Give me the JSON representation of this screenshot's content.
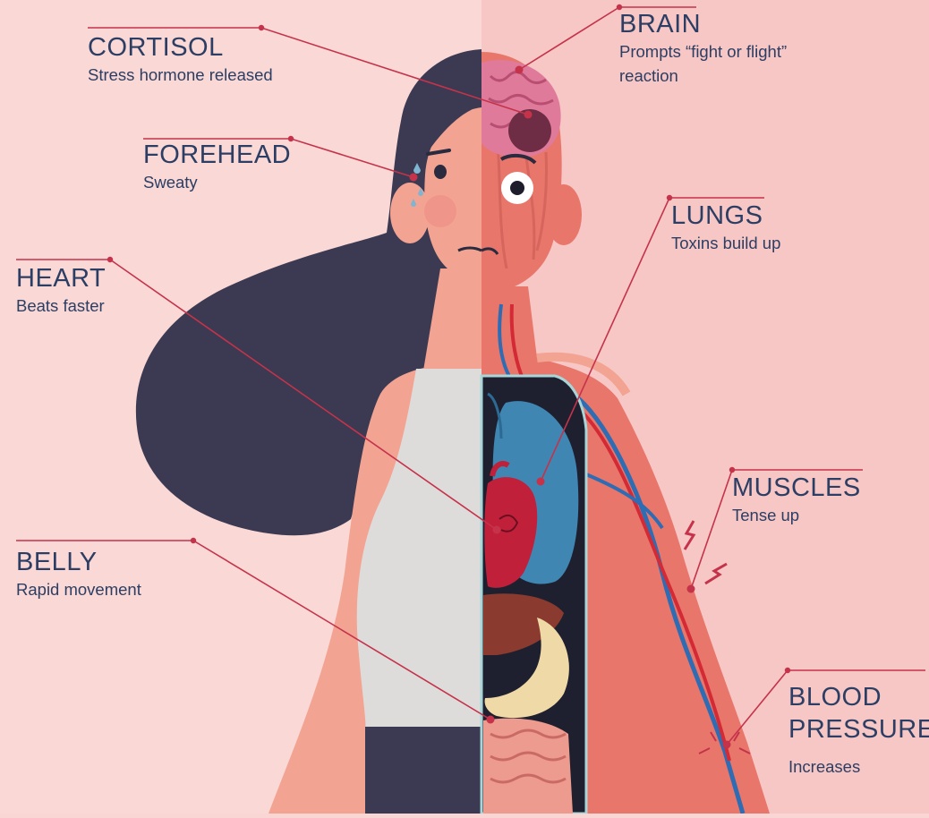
{
  "colors": {
    "bg_left": "#f9d8d5",
    "bg_right": "#f6c7c5",
    "label_text": "#2c3e63",
    "leader_line": "#c5334b",
    "hair": "#3b3a52",
    "skin": "#f2a392",
    "muscle": "#e8766b",
    "shirt": "#dedcda",
    "lungs": "#3f86b3",
    "heart": "#c0203a",
    "vein_blue": "#2e6cb3",
    "artery_red": "#d42a35"
  },
  "labels": {
    "cortisol": {
      "title": "CORTISOL",
      "desc": "Stress hormone released"
    },
    "forehead": {
      "title": "FOREHEAD",
      "desc": "Sweaty"
    },
    "heart": {
      "title": "HEART",
      "desc": "Beats faster"
    },
    "belly": {
      "title": "BELLY",
      "desc": "Rapid movement"
    },
    "brain": {
      "title": "BRAIN",
      "desc_line1": "Prompts “fight or flight”",
      "desc_line2": "reaction"
    },
    "lungs": {
      "title": "LUNGS",
      "desc": "Toxins build up"
    },
    "muscles": {
      "title": "MUSCLES",
      "desc": "Tense up"
    },
    "blood_pressure": {
      "title_line1": "BLOOD",
      "title_line2": "PRESSURE",
      "desc": "Increases"
    }
  }
}
